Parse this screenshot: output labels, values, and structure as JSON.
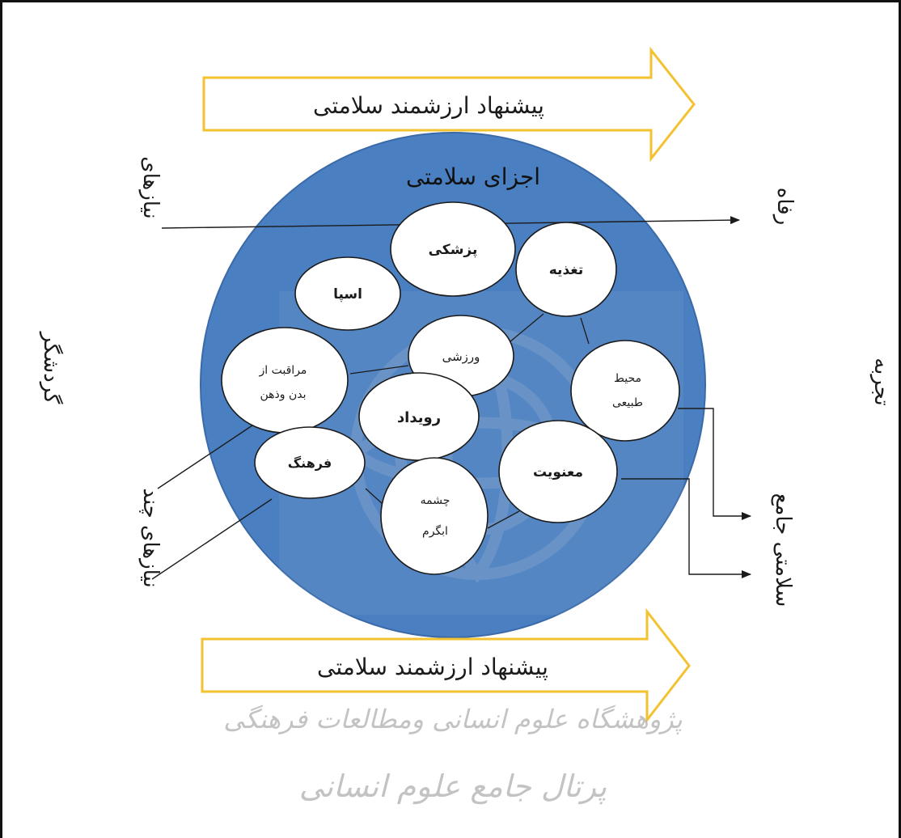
{
  "arrow_top_label": "پیشنهاد ارزشمند سلامتی",
  "arrow_bottom_label": "پیشنهاد ارزشمند سلامتی",
  "circle_title": "اجزای سلامتی",
  "components": {
    "medical": "پزشکی",
    "nutrition": "تغذیه",
    "spa": "اسپا",
    "sport": "ورزشی",
    "body_mind_care": [
      "مراقبت از",
      "بدن وذهن"
    ],
    "natural_env": [
      "محیط",
      "طبیعی"
    ],
    "event": "رویداد",
    "culture": "فرهنگ",
    "spirituality": "معنویت",
    "hot_spring": [
      "چشمه",
      "ابگرم"
    ]
  },
  "left_labels": {
    "tourist_needs_1": "نیازهای",
    "tourist": "گردشگر",
    "tourist_needs_2": "نیازهای چند"
  },
  "right_labels": {
    "welfare": "رفاه",
    "experience": "تجربه",
    "holistic_health": "سلامتی جامع"
  },
  "watermark_lines": [
    "پژوهشگاه علوم انسانی ومطالعات فرهنگی",
    "پرتال جامع علوم انسانی"
  ],
  "colors": {
    "circle_fill": "#4a7fc1",
    "arrow_stroke": "#f2c230",
    "node_fill": "#ffffff",
    "node_stroke": "#1b1b1b",
    "line": "#1b1b1b",
    "watermark": "#b0b0b0"
  }
}
